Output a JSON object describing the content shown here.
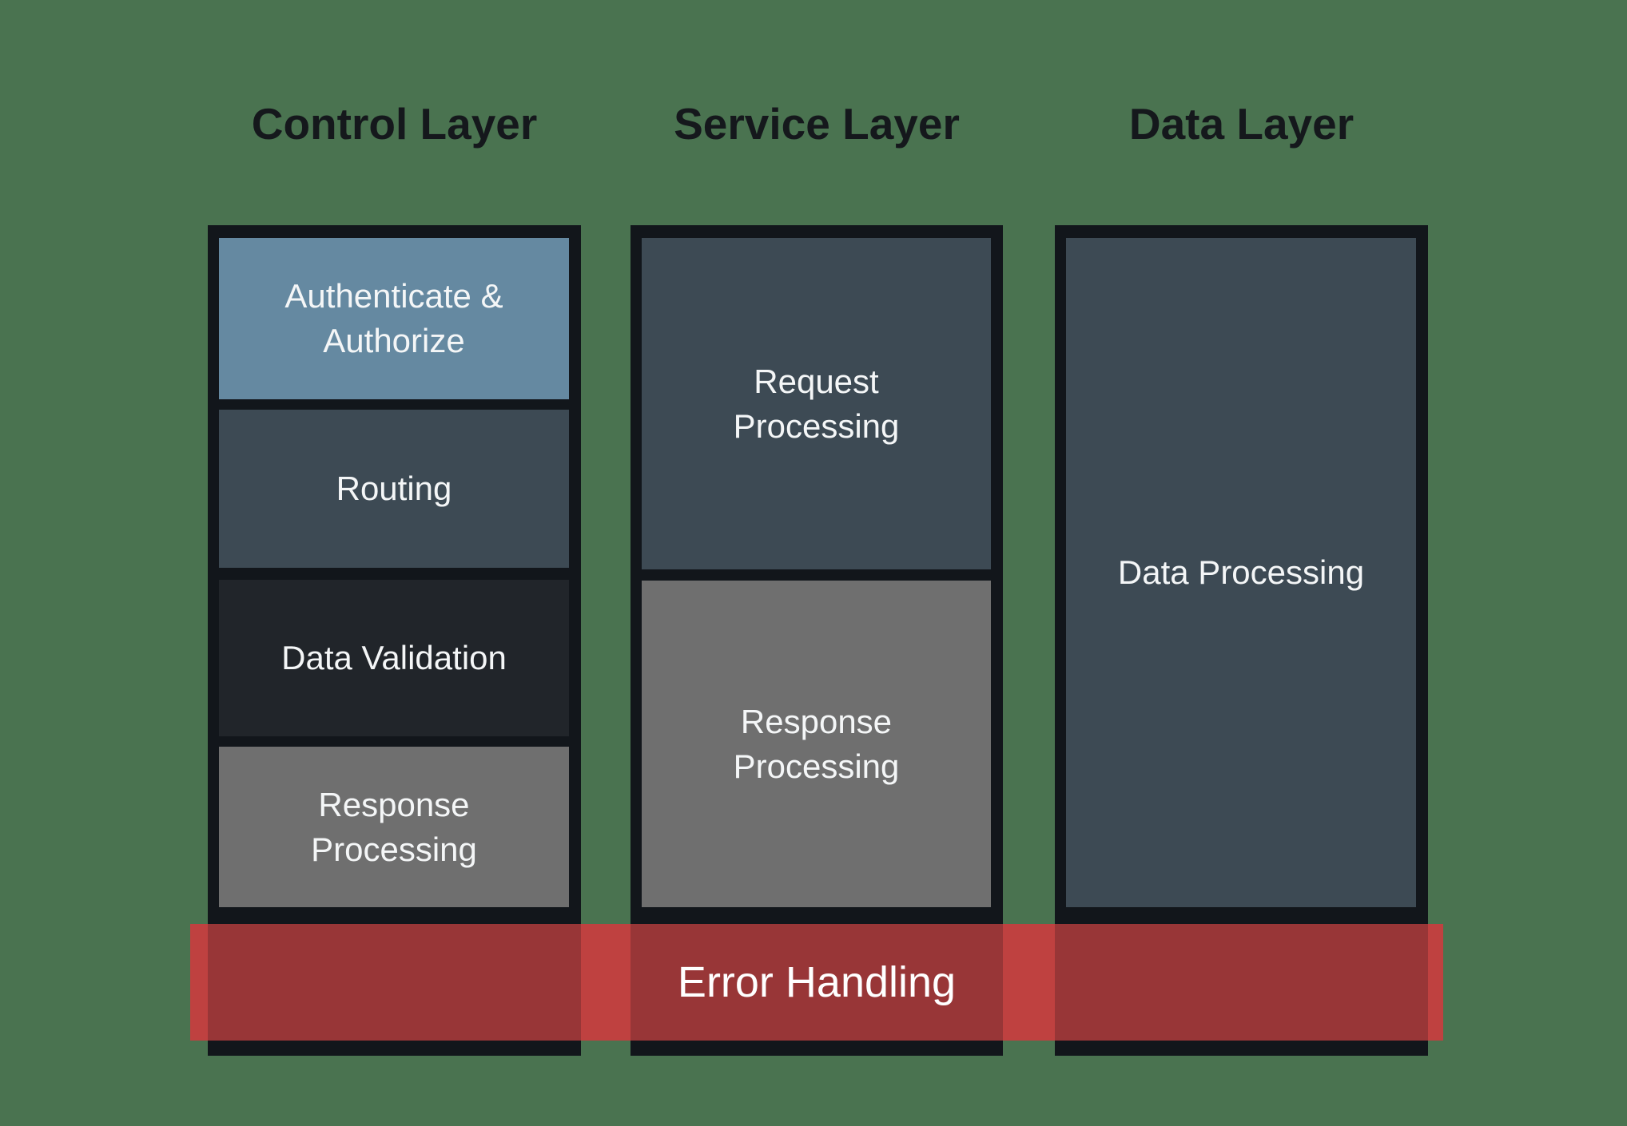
{
  "diagram": {
    "columns": [
      {
        "title": "Control Layer",
        "boxes": [
          {
            "label": "Authenticate &\nAuthorize",
            "color": "#6589a1"
          },
          {
            "label": "Routing",
            "color": "#3d4a54"
          },
          {
            "label": "Data Validation",
            "color": "#21252a"
          },
          {
            "label": "Response\nProcessing",
            "color": "#6f6f6f"
          }
        ]
      },
      {
        "title": "Service Layer",
        "boxes": [
          {
            "label": "Request\nProcessing",
            "color": "#3d4a54"
          },
          {
            "label": "Response\nProcessing",
            "color": "#6f6f6f"
          }
        ]
      },
      {
        "title": "Data Layer",
        "boxes": [
          {
            "label": "Data Processing",
            "color": "#3d4a54"
          }
        ]
      }
    ],
    "error_band": {
      "label": "Error Handling",
      "color_bright": "#bf4140",
      "color_over_column": "#983637",
      "text_color": "#ffffff"
    },
    "colors": {
      "background": "#4a7350",
      "column_container": "#12161b",
      "title_text": "#15181c",
      "box_text": "#f4f6f7"
    }
  }
}
